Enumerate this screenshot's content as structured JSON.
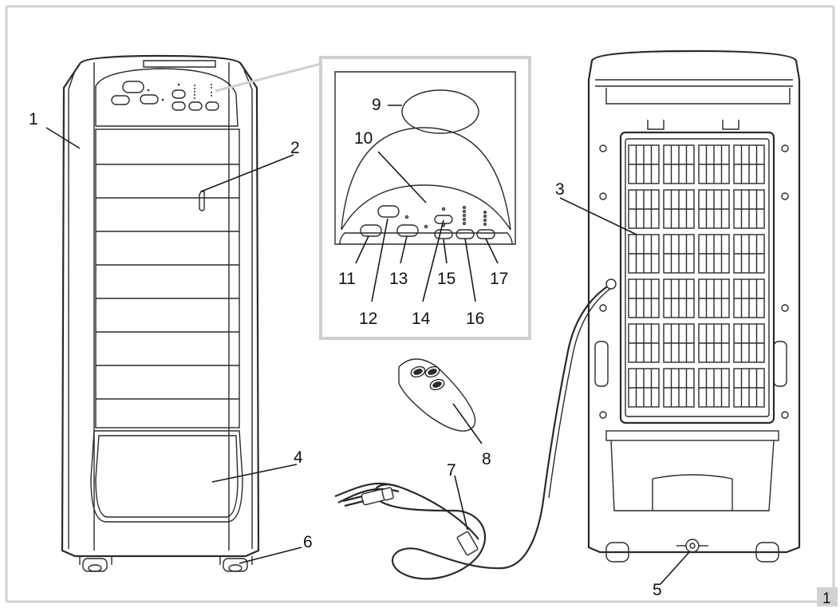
{
  "callouts": {
    "c1": "1",
    "c2": "2",
    "c3": "3",
    "c4": "4",
    "c5": "5",
    "c6": "6",
    "c7": "7",
    "c8": "8",
    "c9": "9",
    "c10": "10",
    "c11": "11",
    "c12": "12",
    "c13": "13",
    "c14": "14",
    "c15": "15",
    "c16": "16",
    "c17": "17"
  },
  "page_number": "1"
}
